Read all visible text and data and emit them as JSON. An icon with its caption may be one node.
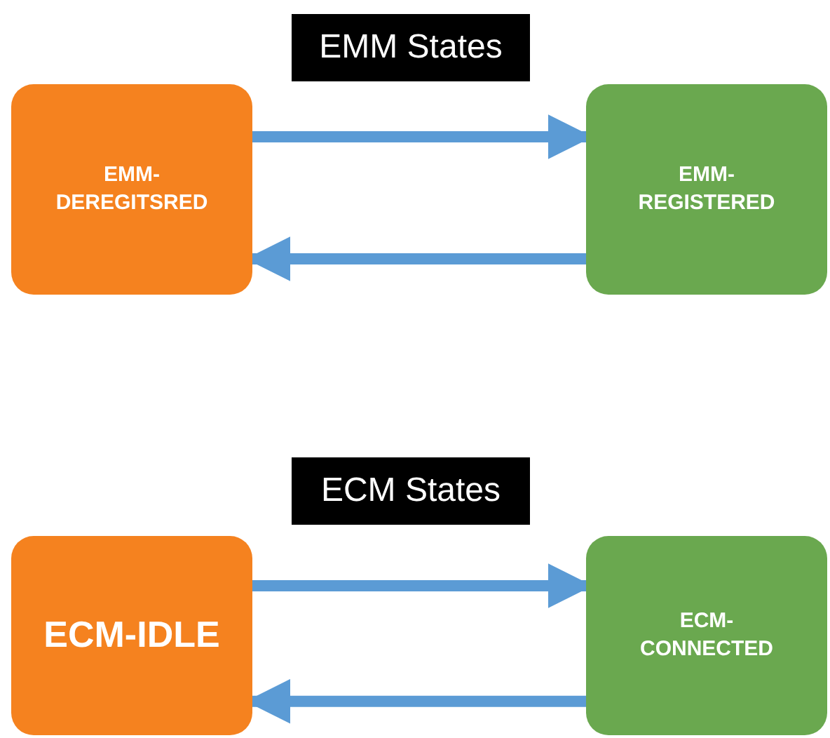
{
  "diagram": {
    "nodes": [
      {
        "text": [
          "EMM States"
        ]
      },
      {
        "text": [
          "EMM- DEREGITSRED"
        ]
      },
      {
        "text": [
          "EMM- REGISTERED"
        ]
      },
      {
        "text": [
          "ECM States"
        ]
      },
      {
        "text": [
          "ECM-IDLE"
        ]
      },
      {
        "text": [
          "ECM- CONNECTED"
        ]
      }
    ],
    "edges": [
      {
        "from": 1,
        "to": 2,
        "arrow": "to"
      },
      {
        "from": 2,
        "to": 1,
        "arrow": "to"
      },
      {
        "from": 4,
        "to": 5,
        "arrow": "to"
      },
      {
        "from": 5,
        "to": 4,
        "arrow": "to"
      }
    ]
  }
}
